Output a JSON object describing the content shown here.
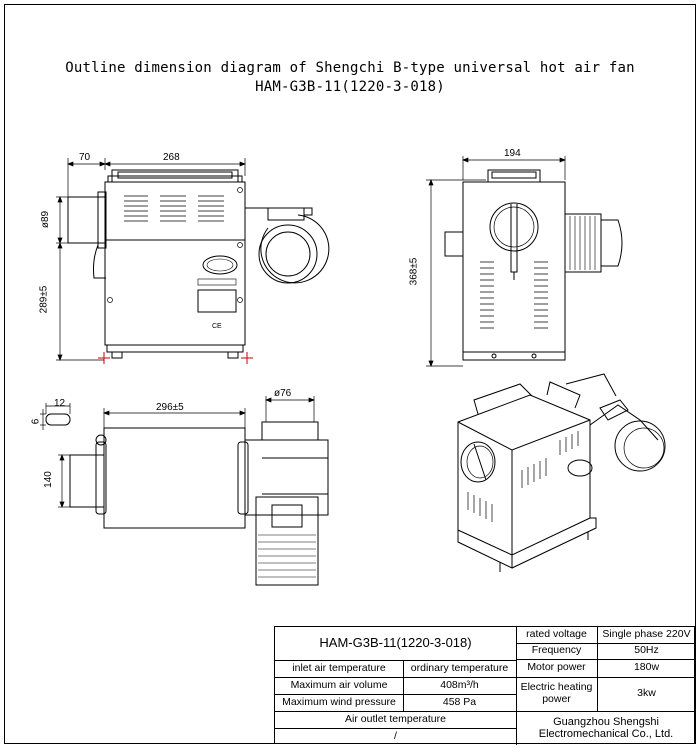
{
  "title": {
    "line1": "Outline dimension diagram of Shengchi B-type universal hot air fan",
    "line2": "HAM-G3B-11(1220-3-018)"
  },
  "dimensions": {
    "front_d70": "70",
    "front_d268": "268",
    "front_dia89": "ø89",
    "front_h289": "289±5",
    "side_w194": "194",
    "side_h368": "368±5",
    "top_d12": "12",
    "top_d6": "6",
    "top_d296": "296±5",
    "top_dia76": "ø76",
    "top_d140": "140"
  },
  "title_block": {
    "model": "HAM-G3B-11(1220-3-018)",
    "specs": [
      {
        "label": "rated voltage",
        "value": "Single phase 220V"
      },
      {
        "label": "Frequency",
        "value": "50Hz"
      },
      {
        "label": "Motor power",
        "value": "180w"
      },
      {
        "label": "Electric heating power",
        "value": "3kw"
      }
    ],
    "params": [
      {
        "label": "inlet air temperature",
        "value": "ordinary temperature"
      },
      {
        "label": "Maximum air volume",
        "value": "408m³/h"
      },
      {
        "label": "Maximum wind pressure",
        "value": "458 Pa"
      }
    ],
    "outlet_label": "Air outlet temperature",
    "outlet_value": "/",
    "company": "Guangzhou Shengshi Electromechanical Co., Ltd."
  },
  "colors": {
    "line": "#000000",
    "center_mark": "#cc0000"
  }
}
